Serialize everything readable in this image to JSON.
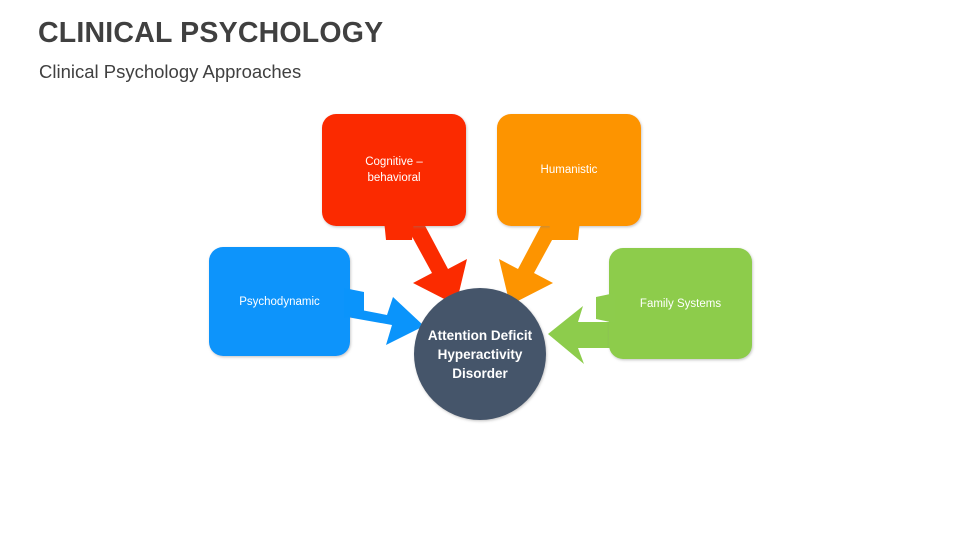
{
  "header": {
    "title": "CLINICAL PSYCHOLOGY",
    "subtitle": "Clinical Psychology Approaches"
  },
  "diagram": {
    "type": "hub-and-spoke",
    "center": {
      "label": "Attention Deficit\nHyperactivity\nDisorder",
      "shape": "circle",
      "color": "#44546A",
      "text_color": "#FFFFFF"
    },
    "nodes": [
      {
        "id": "cognitive-behavioral",
        "label": "Cognitive –\nbehavioral",
        "shape": "rounded-rect-callout",
        "color": "#FB2B00",
        "text_color": "#FFFFFF",
        "position": "top-left",
        "arrow": "down-right"
      },
      {
        "id": "humanistic",
        "label": "Humanistic",
        "shape": "rounded-rect-callout",
        "color": "#FD9400",
        "text_color": "#FFFFFF",
        "position": "top-right",
        "arrow": "down-left"
      },
      {
        "id": "psychodynamic",
        "label": "Psychodynamic",
        "shape": "rounded-rect-callout",
        "color": "#0A94FB",
        "text_color": "#FFFFFF",
        "position": "left",
        "arrow": "right"
      },
      {
        "id": "family-systems",
        "label": "Family Systems",
        "shape": "rounded-rect-callout",
        "color": "#8DCC4C",
        "text_color": "#FFFFFF",
        "position": "right",
        "arrow": "left"
      }
    ]
  },
  "colors": {
    "background": "#FFFFFF",
    "title_text": "#404040",
    "red": "#FB2B00",
    "orange": "#FD9400",
    "blue": "#0A94FB",
    "green": "#8DCC4C",
    "center_slate": "#44546A"
  }
}
